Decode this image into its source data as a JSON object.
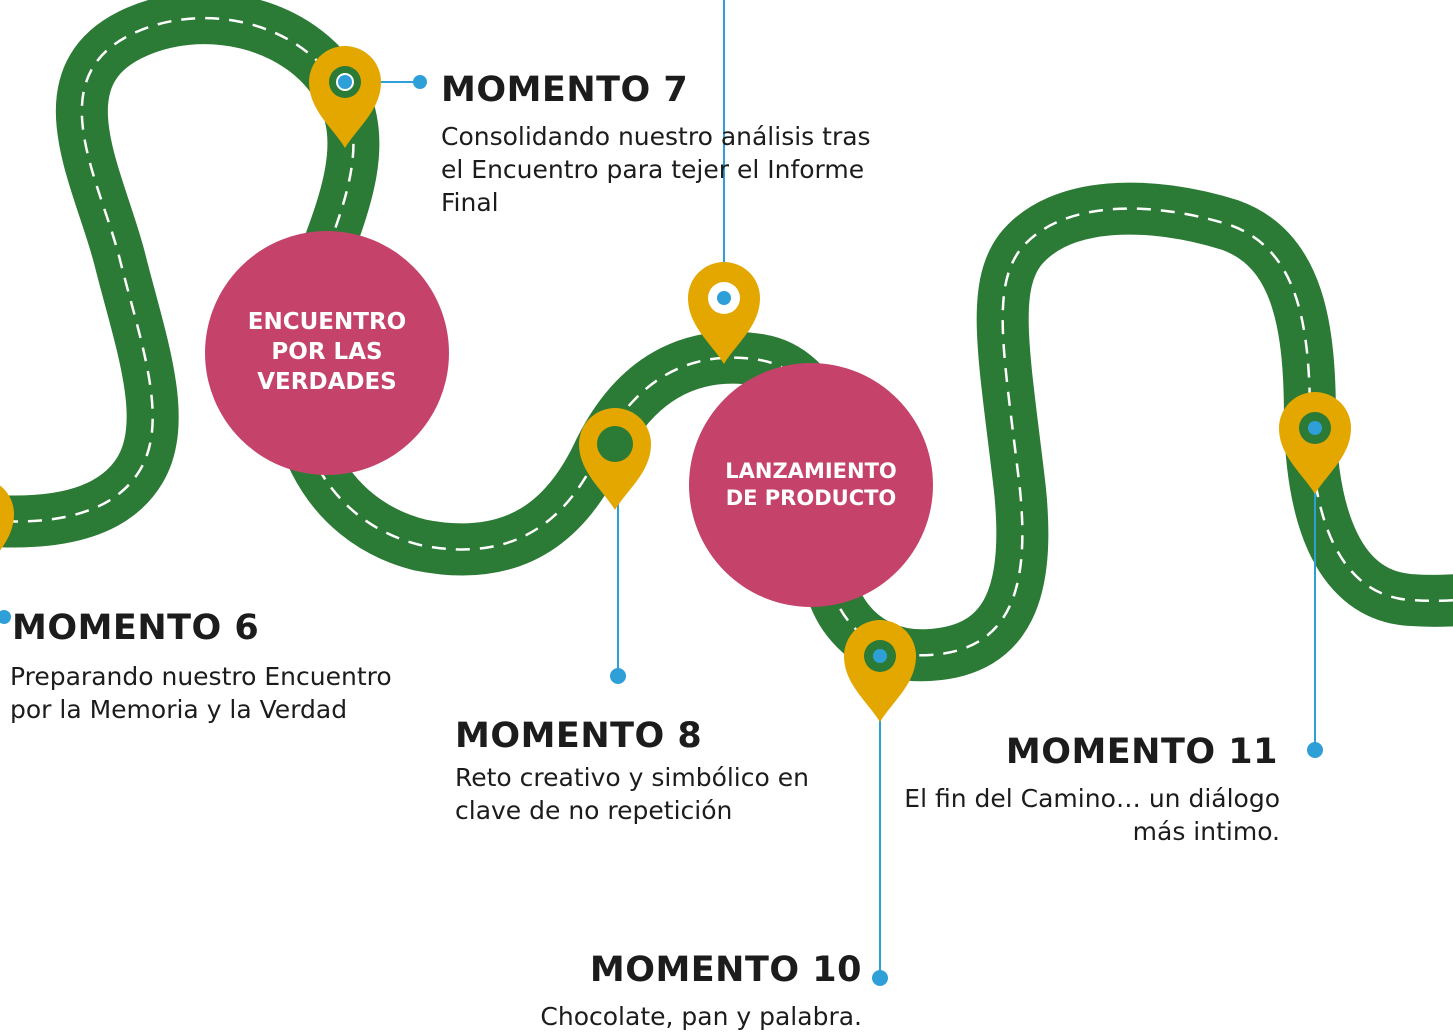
{
  "colors": {
    "road": "#2b7a35",
    "road_dash": "#ffffff",
    "pin": "#e3a700",
    "milestone_circle": "#c5436b",
    "connector": "#2f9fd8",
    "text": "#1c1c1c"
  },
  "milestones": [
    {
      "id": "encuentro",
      "label": "ENCUENTRO POR LAS VERDADES"
    },
    {
      "id": "lanzamiento",
      "label": "LANZAMIENTO DE PRODUCTO"
    }
  ],
  "moments": [
    {
      "id": "m6",
      "title": "MOMENTO 6",
      "desc": "Preparando nuestro Encuentro por la Memoria y la Verdad"
    },
    {
      "id": "m7",
      "title": "MOMENTO 7",
      "desc": "Consolidando nuestro análisis tras el Encuentro para tejer el Informe Final"
    },
    {
      "id": "m8",
      "title": "MOMENTO 8",
      "desc": "Reto creativo y simbólico en clave de no repetición"
    },
    {
      "id": "m10",
      "title": "MOMENTO 10",
      "desc": "Chocolate, pan y palabra."
    },
    {
      "id": "m11",
      "title": "MOMENTO 11",
      "desc": "El fin del Camino… un diálogo más intimo."
    }
  ]
}
